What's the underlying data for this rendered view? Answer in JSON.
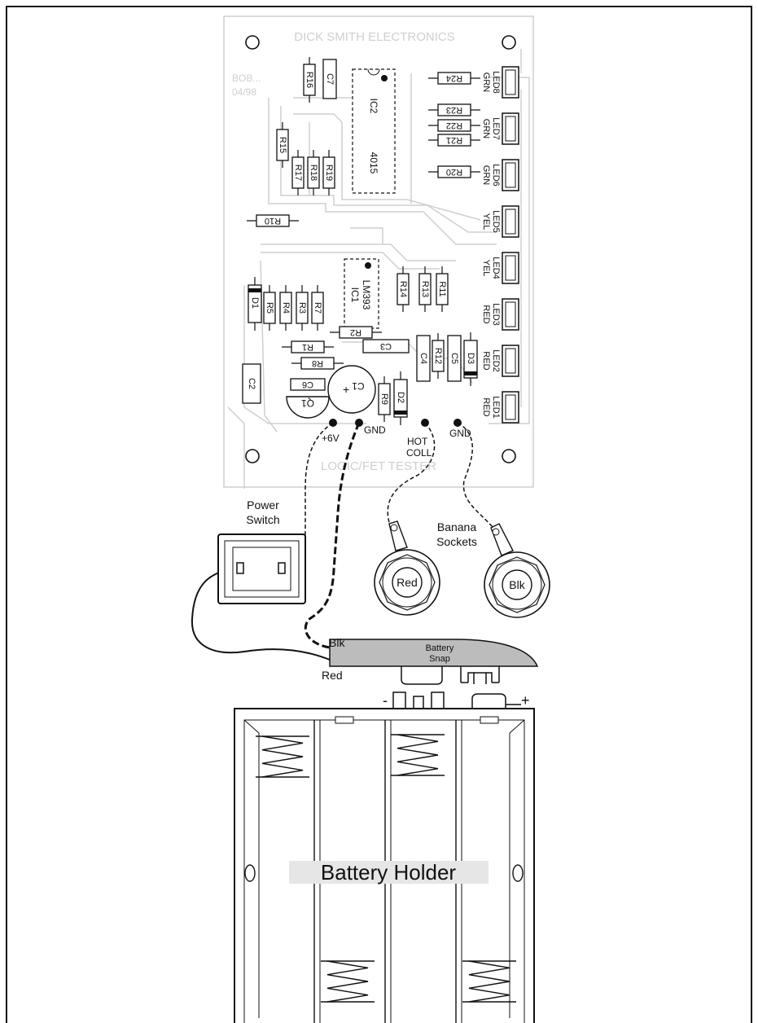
{
  "board": {
    "brand": "DICK SMITH ELECTRONICS",
    "version_1": "BOB...",
    "version_2": "04/98",
    "title": "LOGIC/FET TESTER"
  },
  "components": {
    "resistors_v": [
      "R16",
      "R15",
      "R17",
      "R18",
      "R19",
      "R5",
      "R4",
      "R3",
      "R7",
      "R14",
      "R13",
      "R11",
      "R12",
      "R9"
    ],
    "resistors_h": [
      "R24",
      "R23",
      "R22",
      "R21",
      "R20",
      "R10",
      "R2",
      "R1",
      "R8"
    ],
    "capacitors": [
      "C7",
      "C2",
      "C6",
      "C3",
      "C4",
      "C5",
      "C1"
    ],
    "diodes": [
      "D1",
      "D2",
      "D3"
    ],
    "transistor": "Q1",
    "ic2": {
      "ref": "IC2",
      "part": "4015"
    },
    "ic1": {
      "ref": "IC1",
      "part": "LM393"
    },
    "leds": [
      {
        "color": "GRN",
        "ref": "LED8"
      },
      {
        "color": "GRN",
        "ref": "LED7"
      },
      {
        "color": "GRN",
        "ref": "LED6"
      },
      {
        "color": "YEL",
        "ref": "LED5"
      },
      {
        "color": "YEL",
        "ref": "LED4"
      },
      {
        "color": "RED",
        "ref": "LED3"
      },
      {
        "color": "RED",
        "ref": "LED2"
      },
      {
        "color": "RED",
        "ref": "LED1"
      }
    ],
    "c1_polarity": "+"
  },
  "pads": {
    "v6": "+6V",
    "gnd1": "GND",
    "hot_1": "HOT",
    "hot_2": "COLL",
    "gnd2": "GND"
  },
  "parts": {
    "power_switch_1": "Power",
    "power_switch_2": "Switch",
    "banana_1": "Banana",
    "banana_2": "Sockets",
    "socket_red": "Red",
    "socket_blk": "Blk",
    "snap_1": "Battery",
    "snap_2": "Snap",
    "wire_blk": "Blk",
    "wire_red": "Red",
    "minus": "-",
    "plus": "+",
    "battery_holder": "Battery Holder"
  },
  "colors": {
    "ink": "#111111",
    "ghost": "#cfcfcf",
    "label_bg": "#e6e6e6"
  }
}
